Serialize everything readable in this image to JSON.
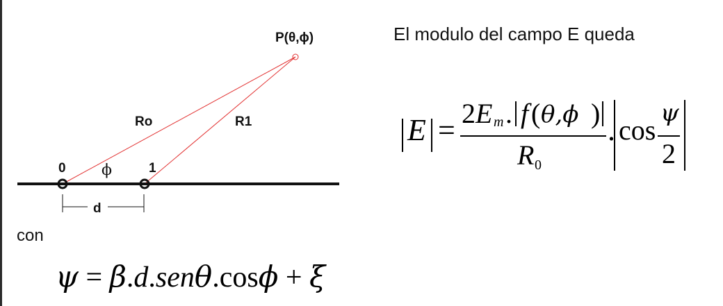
{
  "diagram": {
    "point_label": "P(θ,ϕ)",
    "r0_label": "Ro",
    "r1_label": "R1",
    "origin_label": "0",
    "element1_label": "1",
    "angle_label": "ϕ",
    "spacing_label": "d",
    "line_color": "#e23030",
    "axis_color": "#111111"
  },
  "text": {
    "heading": "El modulo del campo E queda",
    "con": "con"
  },
  "formula_e": {
    "lhs": "E",
    "num_coef": "2",
    "num_var": "E",
    "num_sub": "m",
    "num_dot": ".",
    "num_fn": "f",
    "num_args": "θ,ϕ",
    "den_var": "R",
    "den_sub": "0",
    "mid_dot": ".",
    "cos": "cos",
    "frac_num": "ψ",
    "frac_den": "2"
  },
  "formula_psi": {
    "psi": "ψ",
    "beta": "β",
    "d": "d",
    "sen": "sen",
    "theta": "θ",
    "cos": "cos",
    "phi": "ϕ",
    "xi": "ξ"
  }
}
